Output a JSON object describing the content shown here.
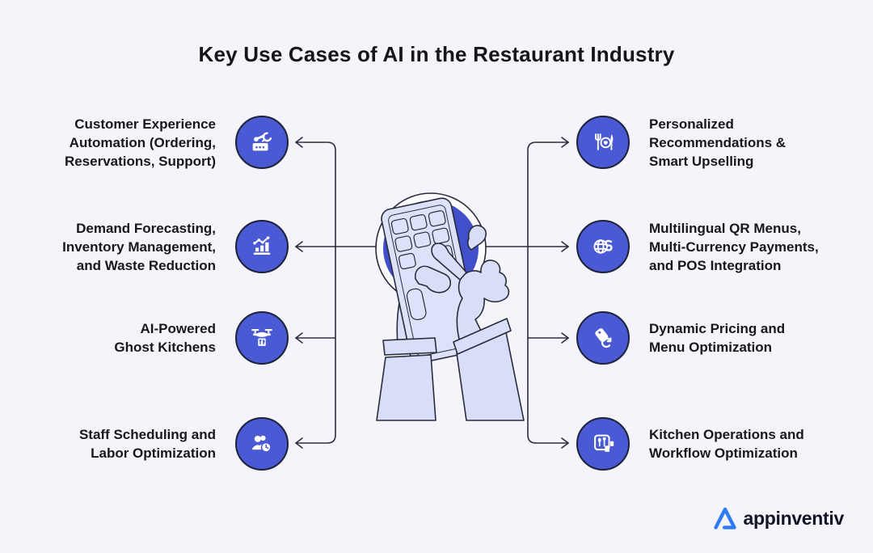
{
  "title": "Key Use Cases of AI in the Restaurant Industry",
  "left_items": [
    {
      "label": "Customer Experience\nAutomation (Ordering,\nReservations, Support)",
      "icon": "automation-robot-icon"
    },
    {
      "label": "Demand Forecasting,\nInventory Management,\nand Waste Reduction",
      "icon": "forecast-chart-icon"
    },
    {
      "label": "AI-Powered\nGhost Kitchens",
      "icon": "delivery-drone-icon"
    },
    {
      "label": "Staff Scheduling and\nLabor Optimization",
      "icon": "staff-clock-icon"
    }
  ],
  "right_items": [
    {
      "label": "Personalized\nRecommendations &\nSmart Upselling",
      "icon": "cutlery-heart-icon"
    },
    {
      "label": "Multilingual QR Menus,\nMulti-Currency Payments,\nand POS Integration",
      "icon": "globe-currency-icon"
    },
    {
      "label": "Dynamic Pricing and\nMenu Optimization",
      "icon": "price-tag-refresh-icon"
    },
    {
      "label": "Kitchen Operations and\nWorkflow Optimization",
      "icon": "kitchen-workflow-icon"
    }
  ],
  "logo": {
    "text": "appinventiv"
  },
  "colors": {
    "background": "#f4f4fa",
    "icon_circle_fill": "#4a59d4",
    "icon_circle_border": "#1d2338",
    "center_disc": "#4150ca",
    "connector_line": "#2c2e3a",
    "text": "#17181d",
    "illustration_fill": "#d8def8",
    "logo_blue": "#2e7cf5"
  }
}
